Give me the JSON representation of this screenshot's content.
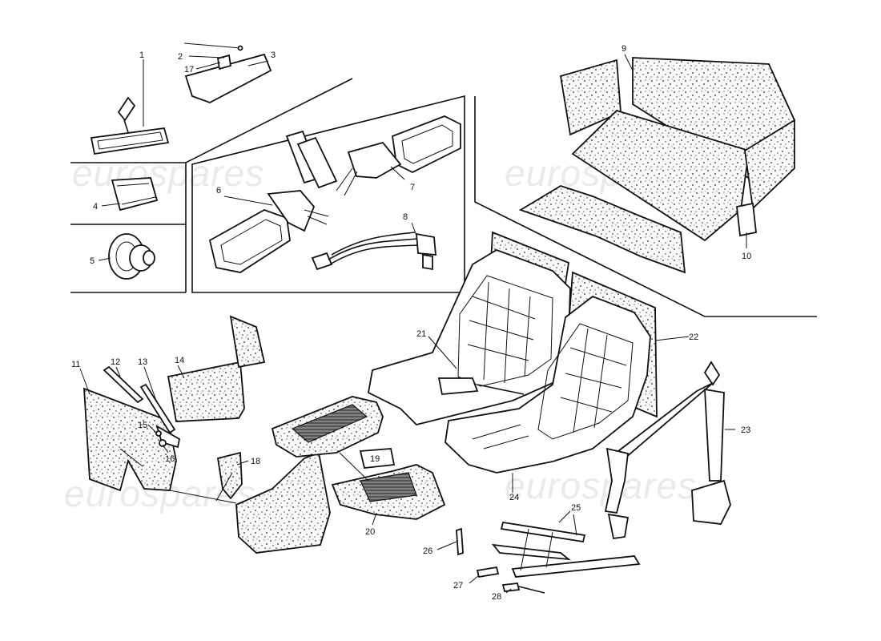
{
  "watermark": "eurospares",
  "callouts": [
    "1",
    "2",
    "3",
    "17",
    "4",
    "5",
    "6",
    "7",
    "8",
    "9",
    "10",
    "11",
    "12",
    "13",
    "14",
    "15",
    "16",
    "18",
    "19",
    "20",
    "21",
    "22",
    "23",
    "24",
    "25",
    "26",
    "27",
    "28"
  ]
}
